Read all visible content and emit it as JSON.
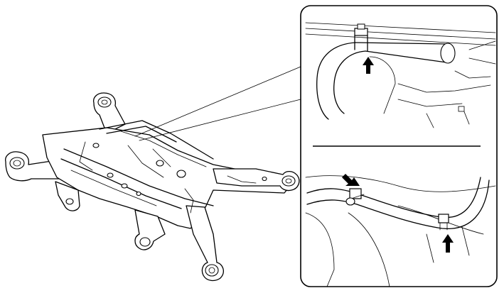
{
  "diagram": {
    "main_part": "rear-subframe",
    "detail_panels": [
      "upper-hose-clip-detail",
      "lower-hose-clips-detail"
    ],
    "callout_arrows": 3,
    "colors": {
      "line": "#000000",
      "background": "#ffffff"
    }
  }
}
